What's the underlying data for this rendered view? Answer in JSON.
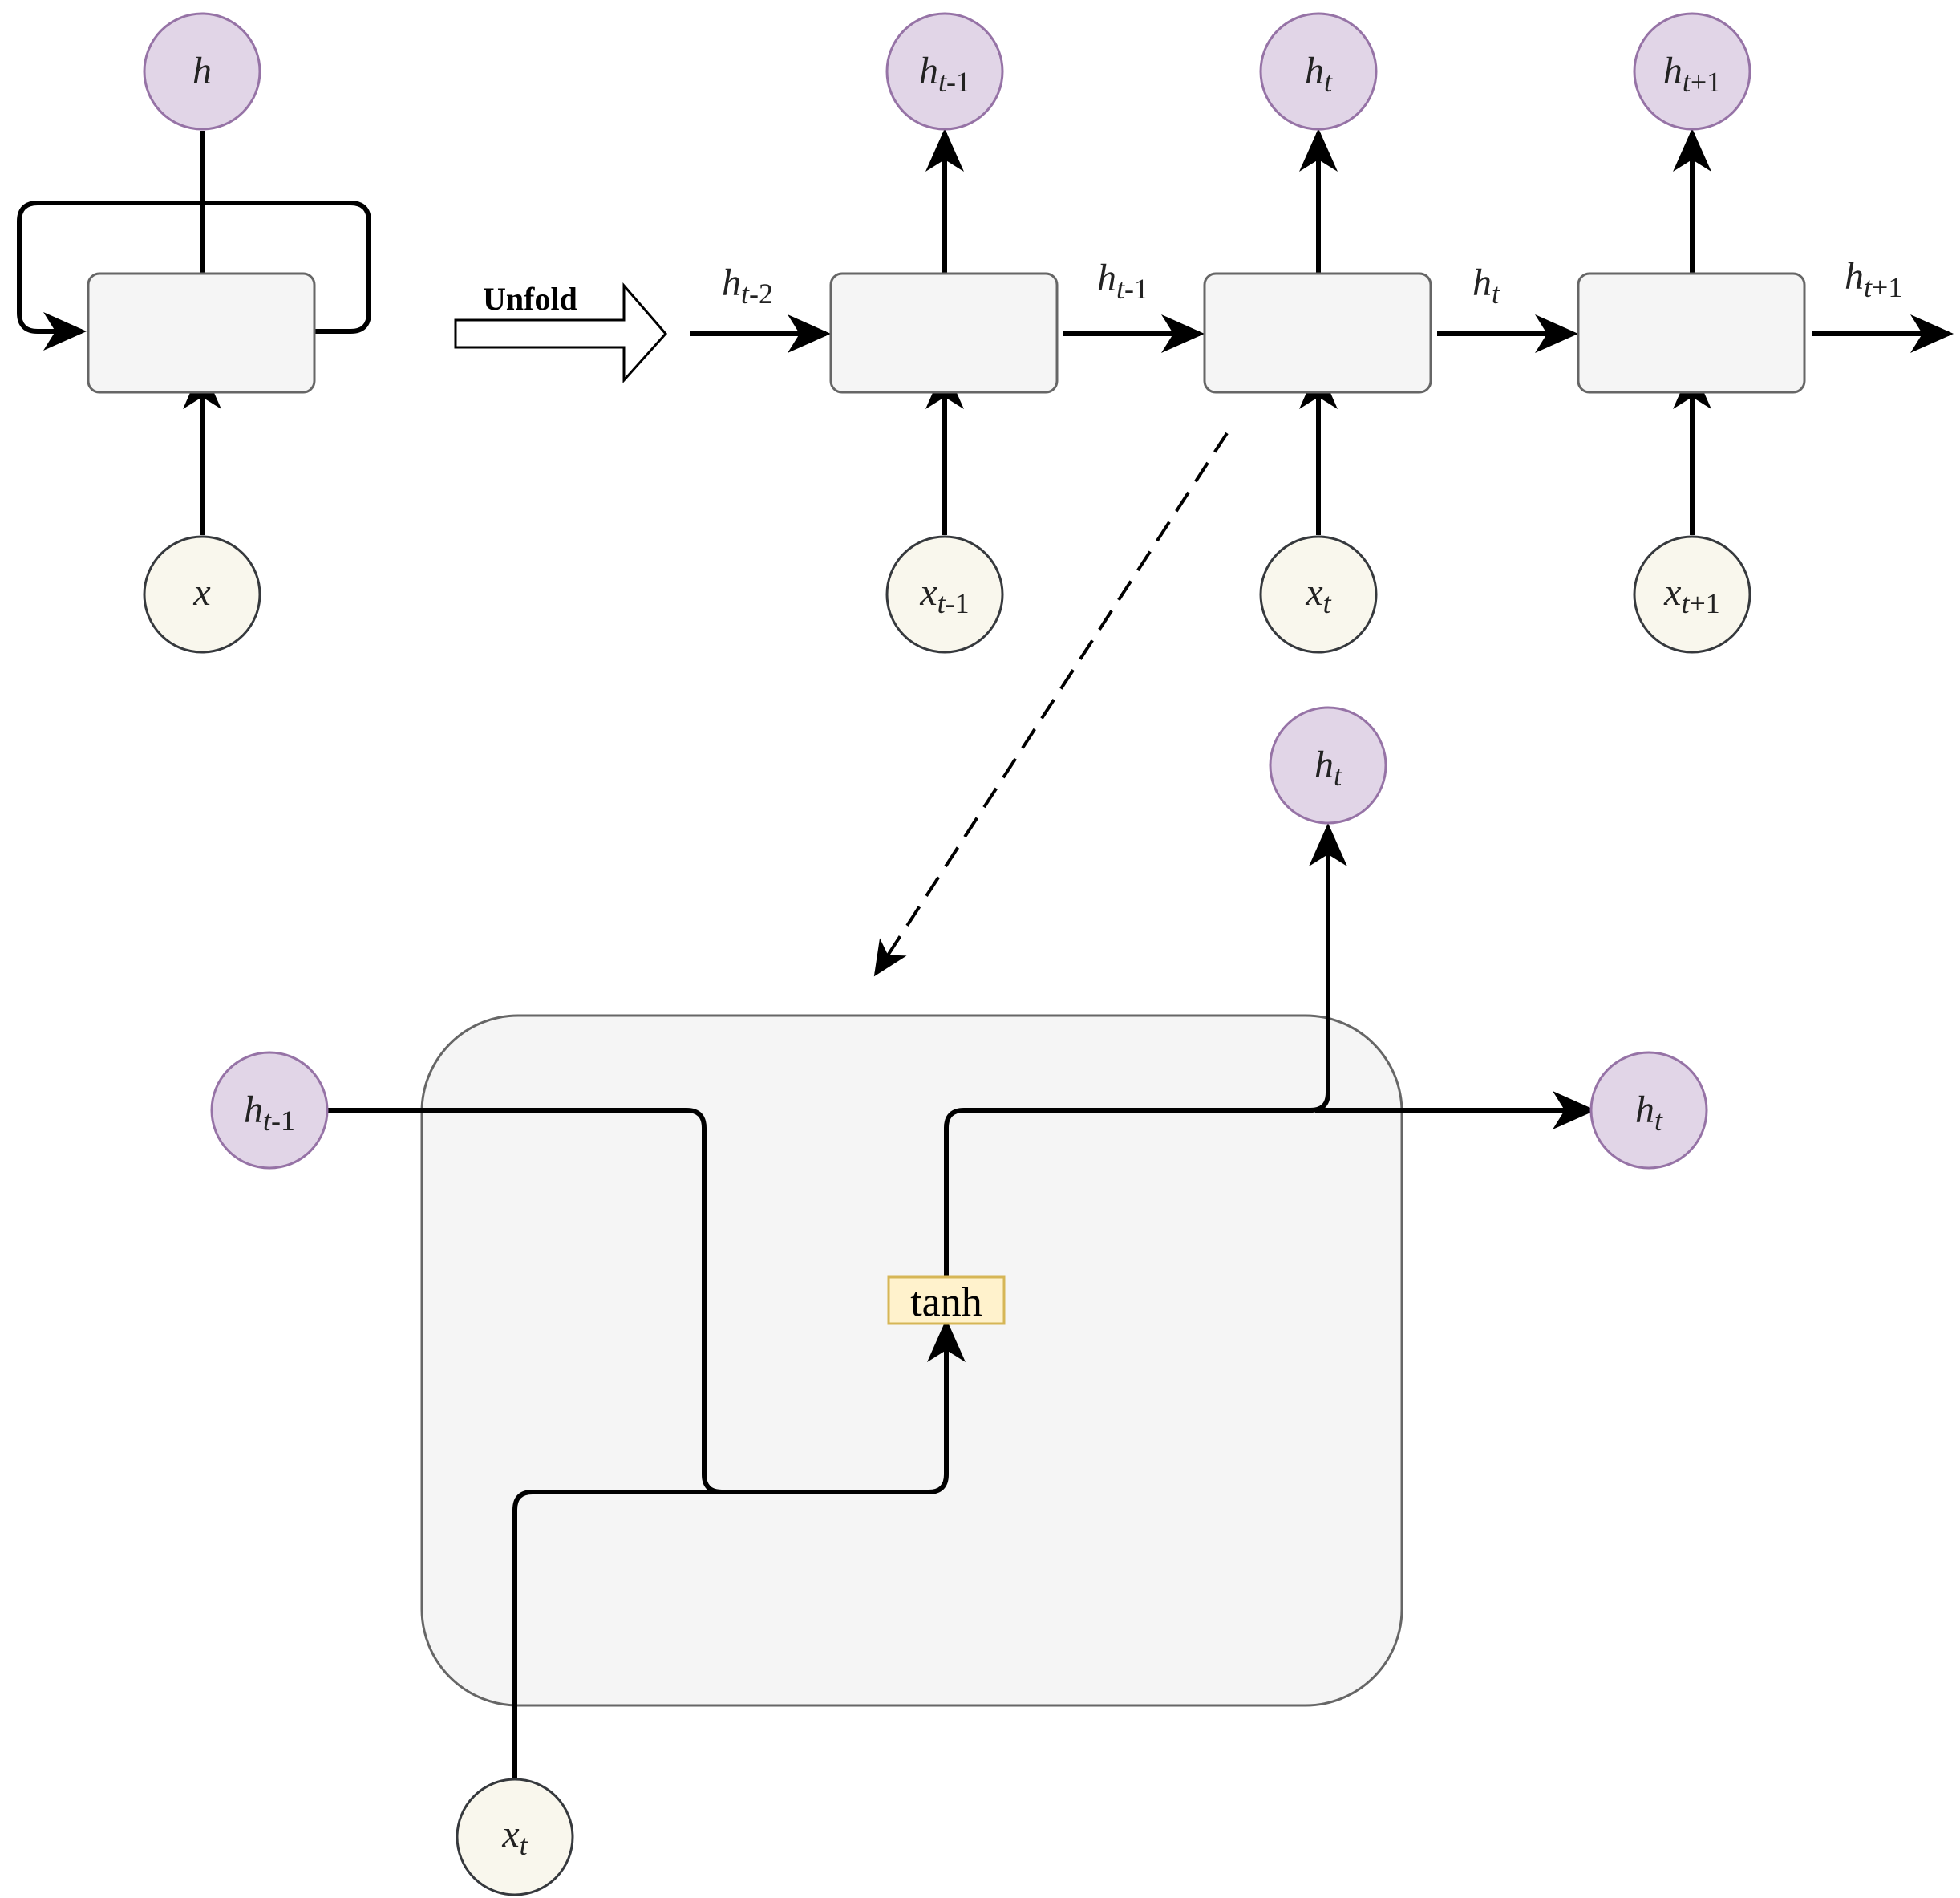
{
  "folded": {
    "output": {
      "main": "h",
      "sub": ""
    },
    "input": {
      "main": "x",
      "sub": ""
    }
  },
  "unfold_label": "Unfold",
  "unrolled": {
    "steps": [
      {
        "output": {
          "main": "h",
          "sub": "t",
          "tail": "-1"
        },
        "input": {
          "main": "x",
          "sub": "t",
          "tail": "-1"
        }
      },
      {
        "output": {
          "main": "h",
          "sub": "t",
          "tail": ""
        },
        "input": {
          "main": "x",
          "sub": "t",
          "tail": ""
        }
      },
      {
        "output": {
          "main": "h",
          "sub": "t",
          "tail": "+1"
        },
        "input": {
          "main": "x",
          "sub": "t",
          "tail": "+1"
        }
      }
    ],
    "edge_labels": [
      {
        "main": "h",
        "sub": "t",
        "tail": "-2"
      },
      {
        "main": "h",
        "sub": "t",
        "tail": "-1"
      },
      {
        "main": "h",
        "sub": "t",
        "tail": ""
      },
      {
        "main": "h",
        "sub": "t",
        "tail": "+1"
      }
    ]
  },
  "detail": {
    "prev_hidden": {
      "main": "h",
      "sub": "t",
      "tail": "-1"
    },
    "input": {
      "main": "x",
      "sub": "t",
      "tail": ""
    },
    "output_top": {
      "main": "h",
      "sub": "t",
      "tail": ""
    },
    "output_right": {
      "main": "h",
      "sub": "t",
      "tail": ""
    },
    "activation": "tanh"
  }
}
